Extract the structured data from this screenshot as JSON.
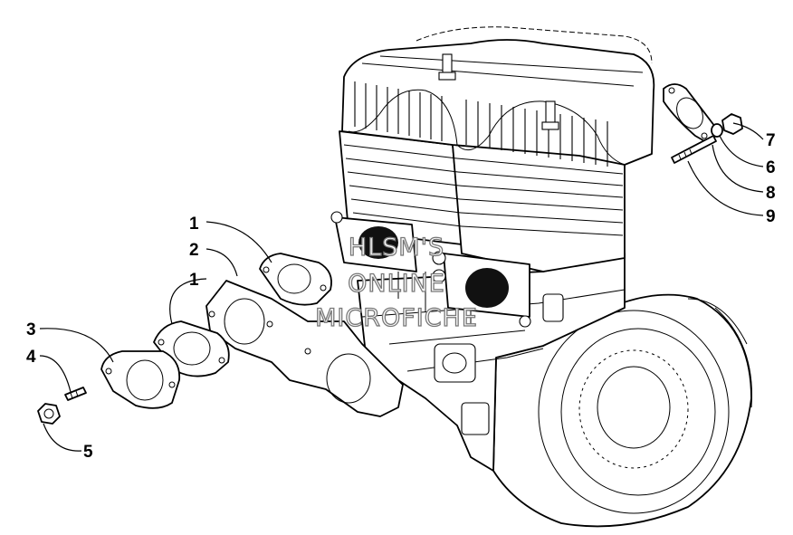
{
  "callouts": [
    {
      "id": "c1a",
      "label": "1"
    },
    {
      "id": "c2",
      "label": "2"
    },
    {
      "id": "c1b",
      "label": "1"
    },
    {
      "id": "c3",
      "label": "3"
    },
    {
      "id": "c4",
      "label": "4"
    },
    {
      "id": "c5",
      "label": "5"
    },
    {
      "id": "c7",
      "label": "7"
    },
    {
      "id": "c6",
      "label": "6"
    },
    {
      "id": "c8",
      "label": "8"
    },
    {
      "id": "c9",
      "label": "9"
    }
  ],
  "watermark": {
    "line1": "HLSM'S",
    "line2": "ONLINE",
    "line3": "MICROFICHE"
  }
}
